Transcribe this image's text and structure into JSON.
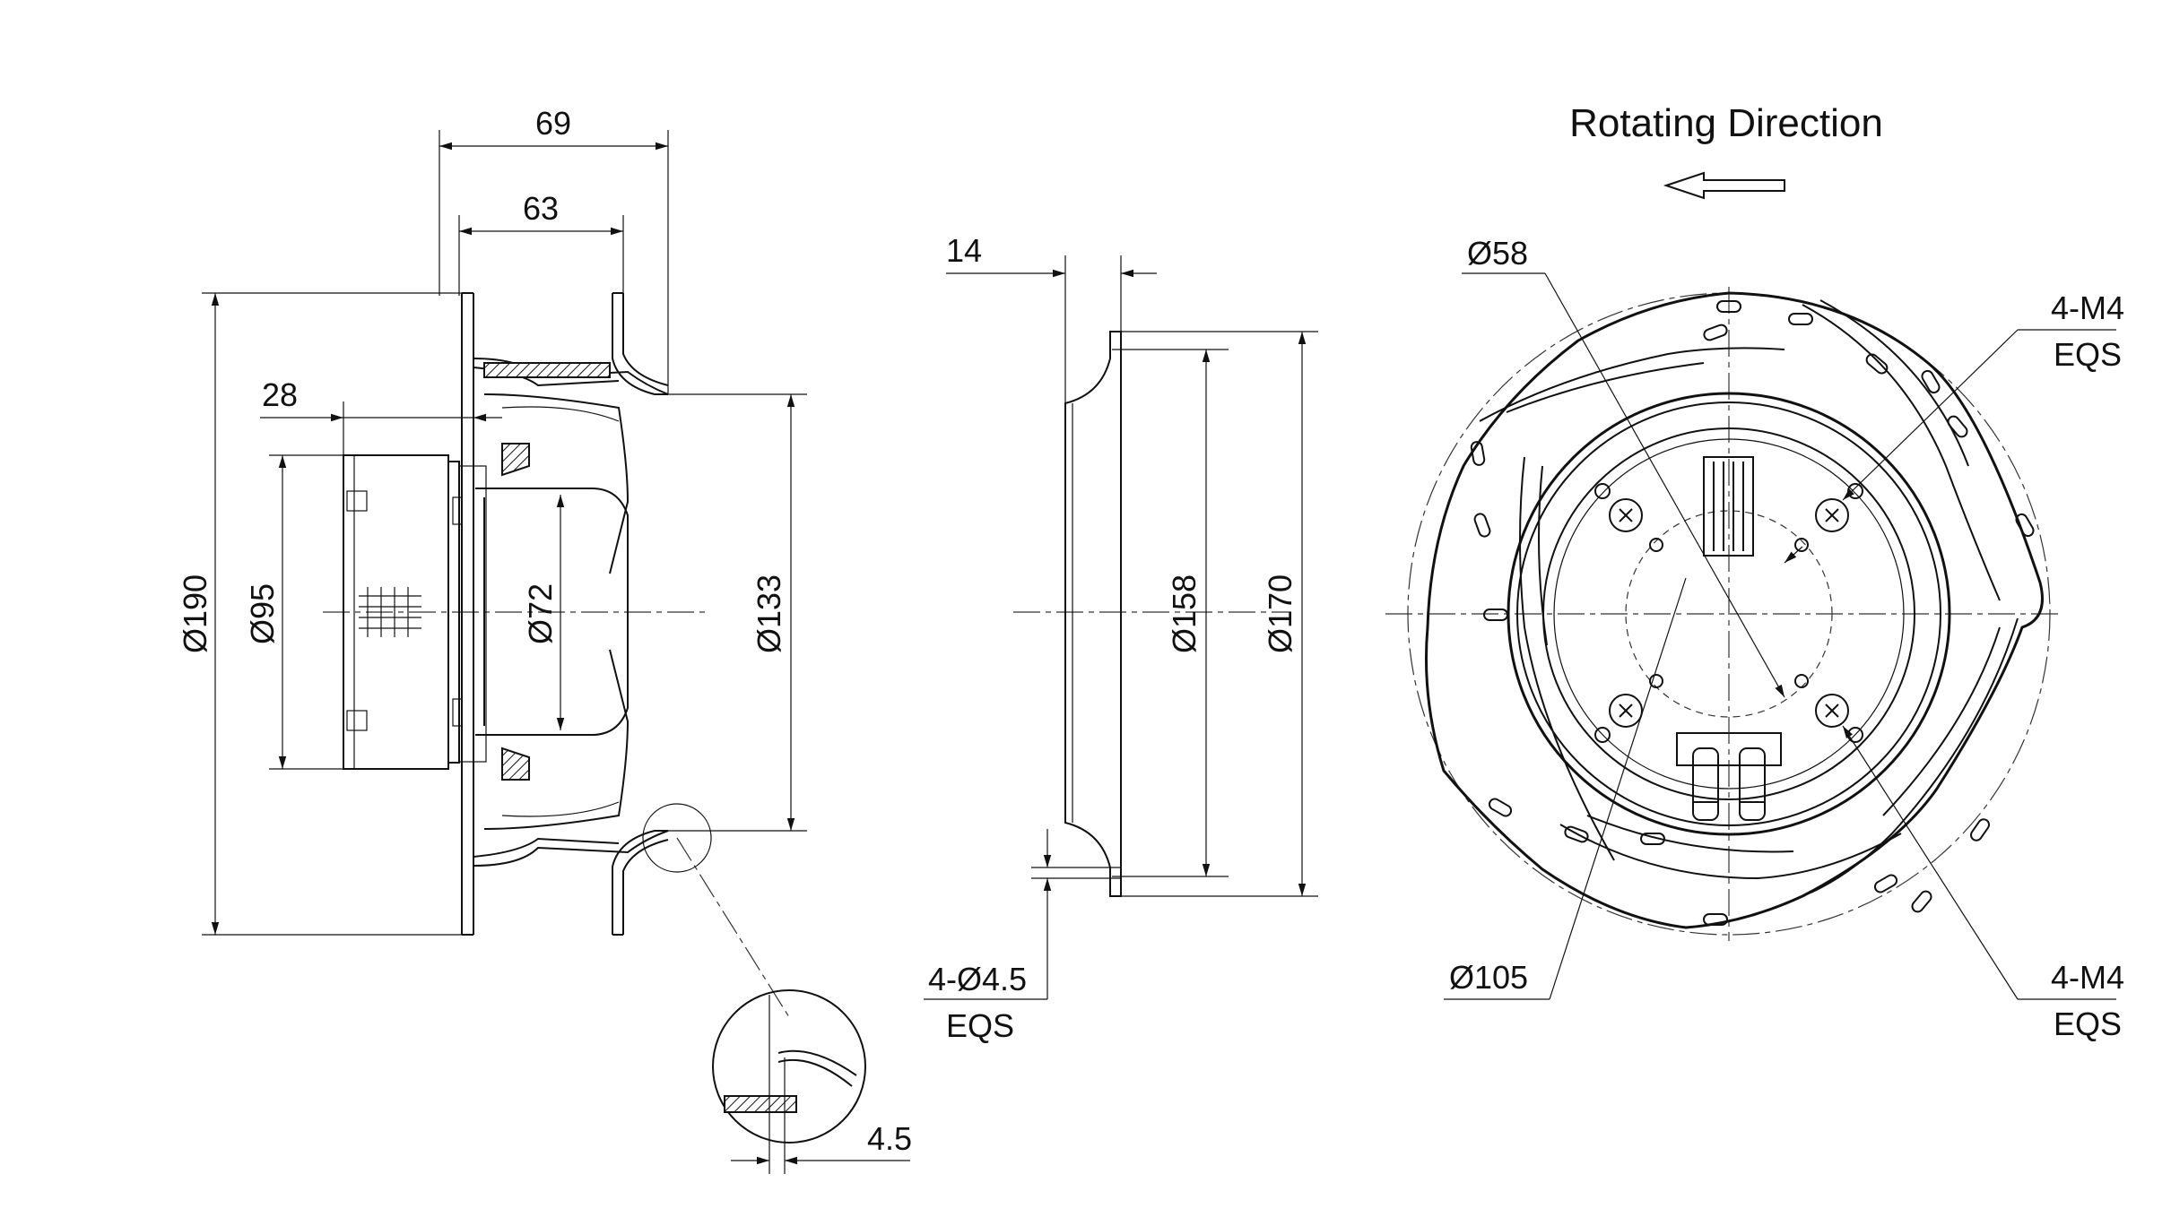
{
  "title": "Rotating Direction",
  "side_view": {
    "dims": {
      "d69": "69",
      "d63": "63",
      "d28": "28",
      "d190": "Ø190",
      "d95": "Ø95",
      "d72": "Ø72",
      "d133": "Ø133"
    }
  },
  "detail_view": {
    "dim_45": "4.5"
  },
  "ring_view": {
    "d14": "14",
    "d158": "Ø158",
    "d170": "Ø170",
    "holes_line1": "4-Ø4.5",
    "holes_line2": "EQS"
  },
  "front_view": {
    "d58": "Ø58",
    "d105": "Ø105",
    "m4_top_line1": "4-M4",
    "m4_top_line2": "EQS",
    "m4_bottom_line1": "4-M4",
    "m4_bottom_line2": "EQS"
  }
}
